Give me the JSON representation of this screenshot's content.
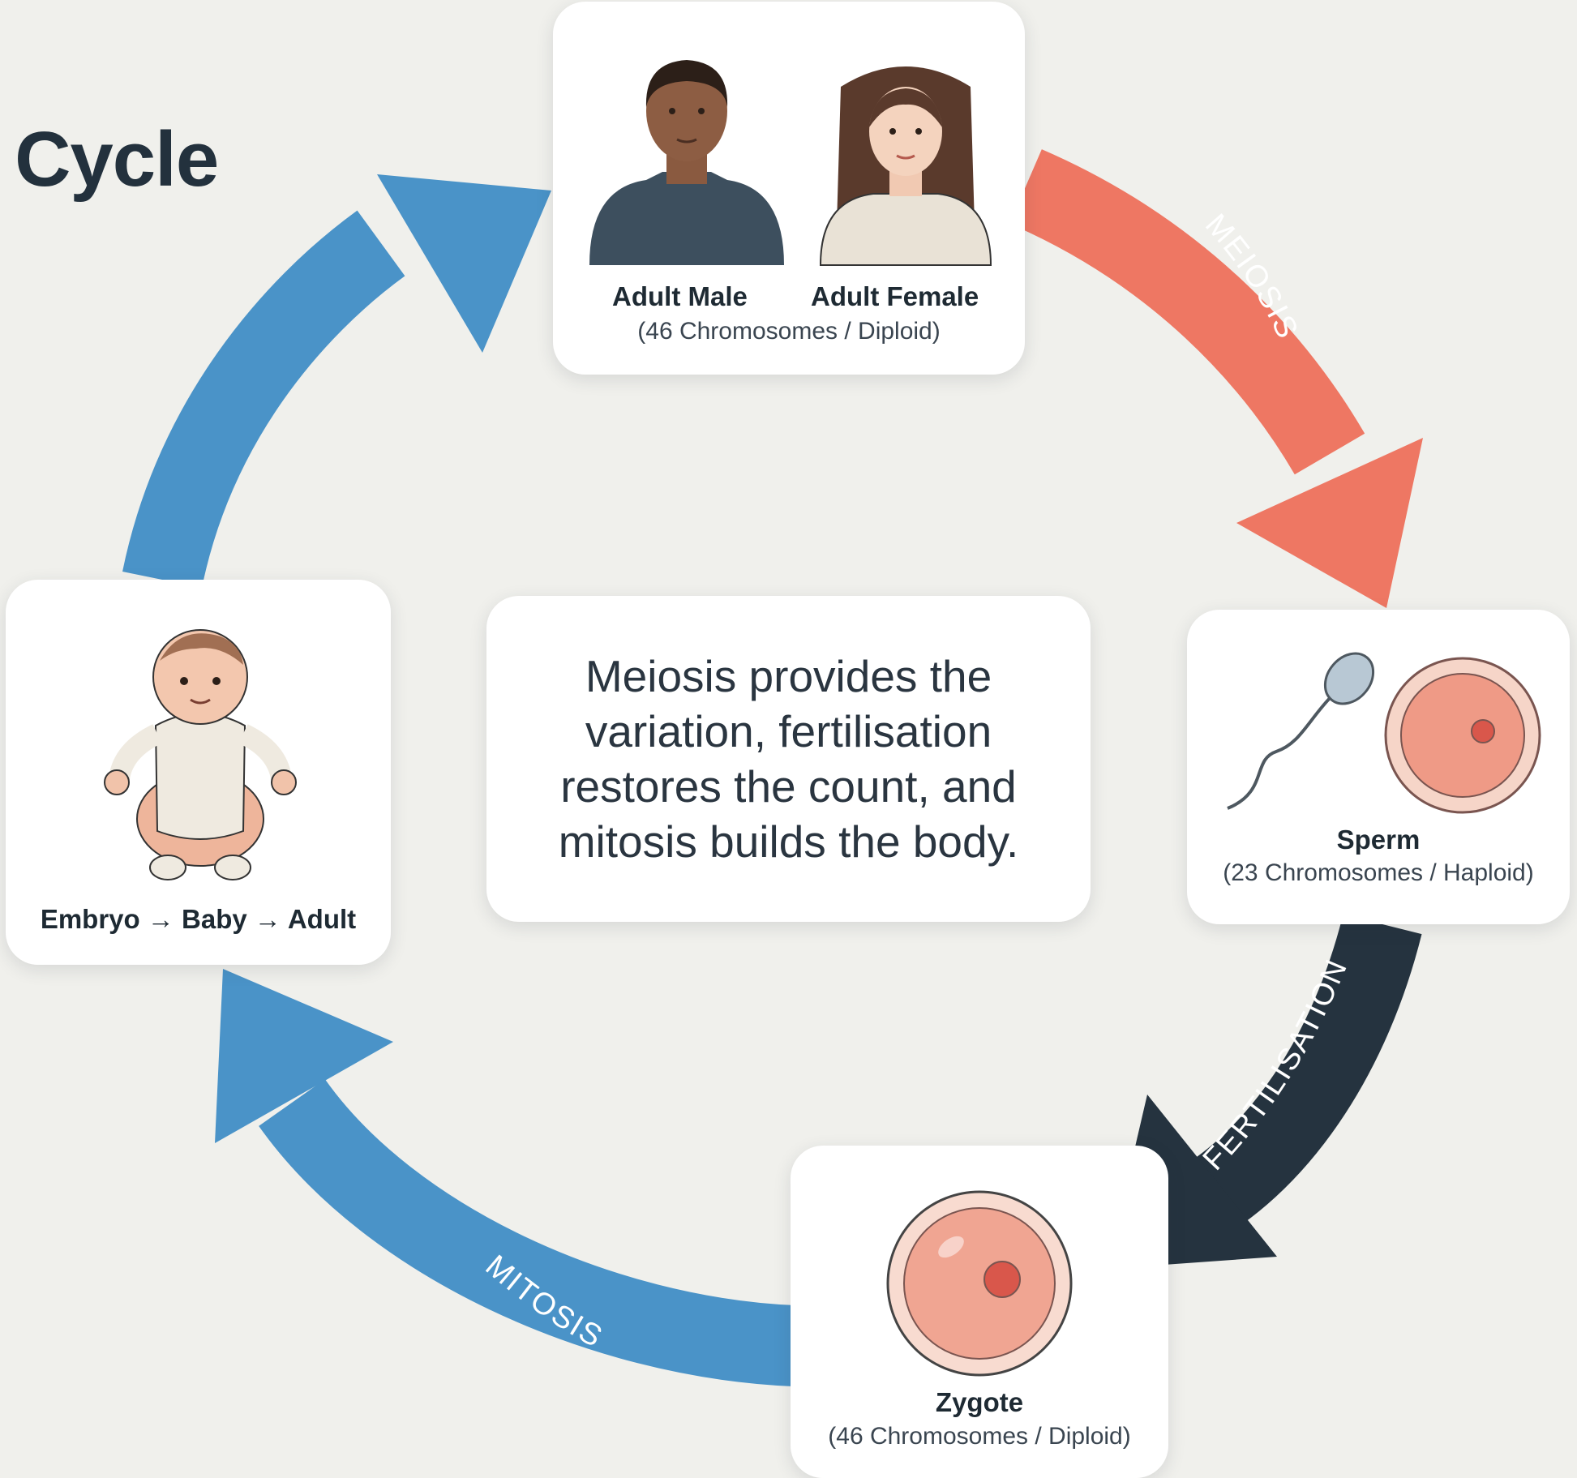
{
  "title": "e Cycle",
  "colors": {
    "meiosis_arrow": "#ee7763",
    "fertilisation_arrow": "#25333f",
    "mitosis_arrow": "#4a93c8",
    "background": "#f0f0ec"
  },
  "adults": {
    "male_label": "Adult Male",
    "female_label": "Adult Female",
    "subtitle": "(46 Chromosomes / Diploid)",
    "icons": [
      "adult-male-icon",
      "adult-female-icon"
    ]
  },
  "gametes": {
    "label": "Sperm",
    "subtitle": "(23 Chromosomes / Haploid)",
    "icons": [
      "sperm-cell-icon",
      "egg-cell-icon"
    ]
  },
  "zygote": {
    "label": "Zygote",
    "subtitle": "(46 Chromosomes / Diploid)",
    "icons": [
      "zygote-cell-icon"
    ]
  },
  "development": {
    "label": "Embryo → Baby → Adult",
    "icons": [
      "baby-icon"
    ]
  },
  "center_text": "Meiosis provides the variation, fertilisation restores the count, and mitosis builds the body.",
  "arrows": {
    "meiosis": "MEIOSIS",
    "fertilisation": "FERTILISATION",
    "mitosis": "MITOSIS"
  }
}
